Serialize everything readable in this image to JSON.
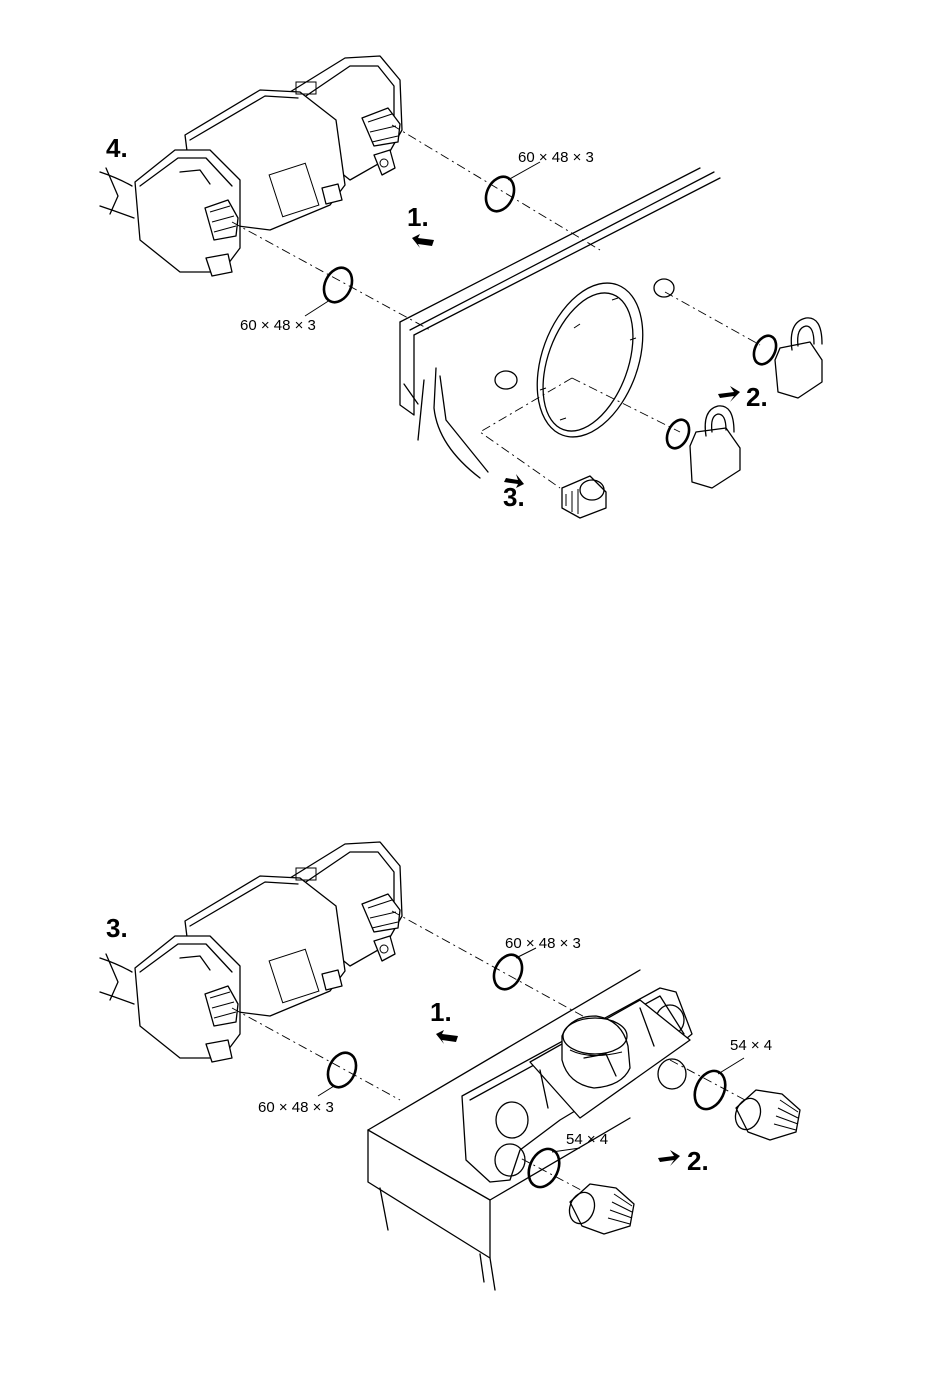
{
  "figure_top": {
    "step_labels": [
      "4.",
      "1.",
      "2.",
      "3."
    ],
    "dimension_labels": [
      "60 × 48 × 3",
      "60 × 48 × 3"
    ]
  },
  "figure_bottom": {
    "step_labels": [
      "3.",
      "1.",
      "2."
    ],
    "dimension_labels": [
      "60 × 48 × 3",
      "60 × 48 × 3",
      "54 × 4",
      "54 × 4"
    ]
  }
}
